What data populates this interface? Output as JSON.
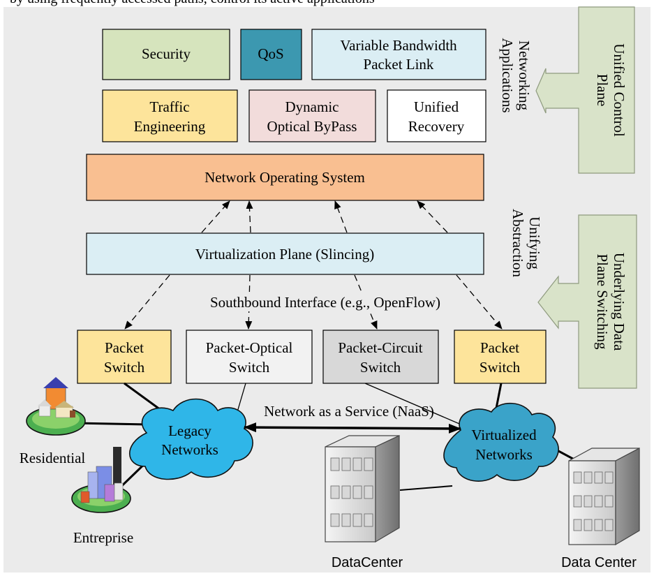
{
  "page": {
    "top_text": "by using frequently accessed paths, control its active applications"
  },
  "boxes": {
    "security": "Security",
    "qos": "QoS",
    "vbpl_1": "Variable Bandwidth",
    "vbpl_2": "Packet Link",
    "te_1": "Traffic",
    "te_2": "Engineering",
    "dob_1": "Dynamic",
    "dob_2": "Optical ByPass",
    "ur_1": "Unified",
    "ur_2": "Recovery",
    "nos": "Network Operating System",
    "vp": "Virtualization Plane (Slincing)",
    "ps1_1": "Packet",
    "ps1_2": "Switch",
    "pos_1": "Packet-Optical",
    "pos_2": "Switch",
    "pcs_1": "Packet-Circuit",
    "pcs_2": "Switch",
    "ps2_1": "Packet",
    "ps2_2": "Switch"
  },
  "side": {
    "networking_apps_1": "Networking",
    "networking_apps_2": "Applications",
    "unified_cp_1": "Unified Control",
    "unified_cp_2": "Plane",
    "unifying_abs_1": "Unifying",
    "unifying_abs_2": "Abstraction",
    "underlying_1": "Underlying Data",
    "underlying_2": "Plane Switching"
  },
  "labels": {
    "southbound": "Southbound Interface (e.g., OpenFlow)",
    "naas": "Network as a Service (NaaS)",
    "legacy_1": "Legacy",
    "legacy_2": "Networks",
    "virtualized_1": "Virtualized",
    "virtualized_2": "Networks",
    "residential": "Residential",
    "entreprise": "Entreprise",
    "datacenter1": "DataCenter",
    "datacenter2": "Data Center"
  },
  "colors": {
    "background": "#ebebeb",
    "security": "#d6e4bd",
    "qos": "#3c98b0",
    "vbpl": "#dbeef4",
    "te": "#fde49b",
    "dob": "#f2dcdb",
    "ur": "#ffffff",
    "nos": "#f9bf91",
    "vp": "#dbeef4",
    "packet_switch": "#fde49b",
    "pos": "#f2f2f2",
    "pcs": "#d8d8d8",
    "side_arrow": "#d9e3c9",
    "cloud": "#2fb6e8",
    "cloud_virtualized": "#3aa3c9"
  }
}
